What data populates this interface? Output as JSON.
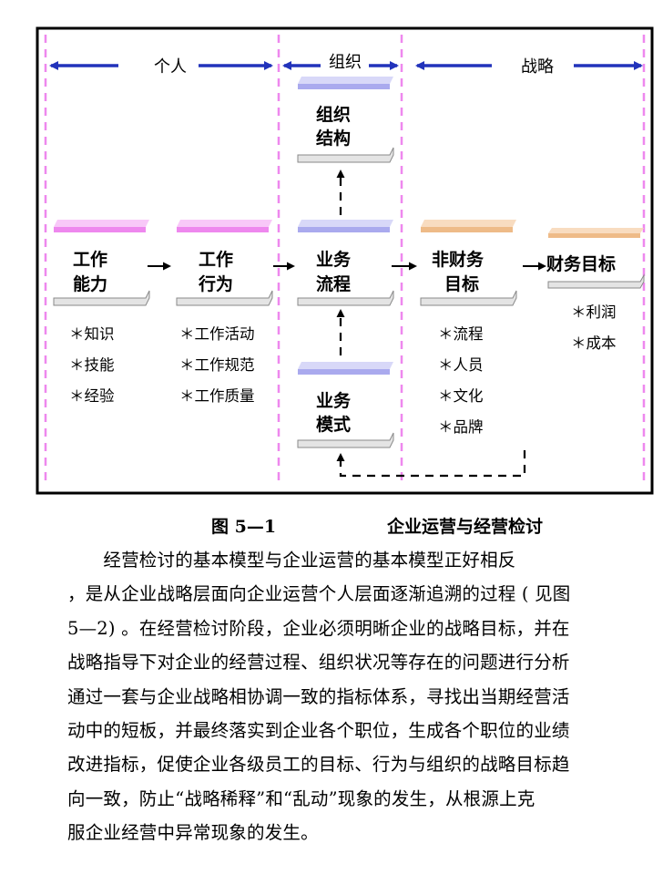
{
  "diagram": {
    "sections": {
      "personal": "个人",
      "organization": "组织",
      "strategy": "战略"
    },
    "boxes": {
      "org_structure": [
        "组织",
        "结构"
      ],
      "work_ability": [
        "工作",
        "能力"
      ],
      "work_behavior": [
        "工作",
        "行为"
      ],
      "business_process": [
        "业务",
        "流程"
      ],
      "non_financial_goals": [
        "非财务",
        "目标"
      ],
      "financial_goals": "财务目标",
      "business_model": [
        "业务",
        "模式"
      ]
    },
    "bullets": {
      "ability": [
        "＊知识",
        "＊技能",
        "＊经验"
      ],
      "behavior": [
        "＊工作活动",
        "＊工作规范",
        "＊工作质量"
      ],
      "non_financial": [
        "＊流程",
        "＊人员",
        "＊文化",
        "＊品牌"
      ],
      "financial": [
        "＊利润",
        "＊成本"
      ]
    },
    "colors": {
      "pink_box": "#ee88ee",
      "lavender_box": "#aaaaee",
      "peach_box": "#eebb88",
      "gray_plate": "#e0e0e0",
      "arrow_blue": "#2233bb",
      "divider_pink": "#ee88ee"
    }
  },
  "caption": {
    "figure_no": "图 5—1",
    "title": "企业运营与经营检讨"
  },
  "paragraph": [
    "　　经营检讨的基本模型与企业运营的基本模型正好相反",
    "，是从企业战略层面向企业运营个人层面逐渐追溯的过程 ( 见图",
    "5—2) 。在经营检讨阶段，企业必须明晰企业的战略目标，并在",
    "战略指导下对企业的经营过程、组织状况等存在的问题进行分析",
    "通过一套与企业战略相协调一致的指标体系，寻找出当期经营活",
    "动中的短板，并最终落实到企业各个职位，生成各个职位的业绩",
    "改进指标，促使企业各级员工的目标、行为与组织的战略目标趋",
    "向一致，防止“战略稀释”和“乱动”现象的发生，从根源上克",
    "服企业经营中异常现象的发生。"
  ]
}
